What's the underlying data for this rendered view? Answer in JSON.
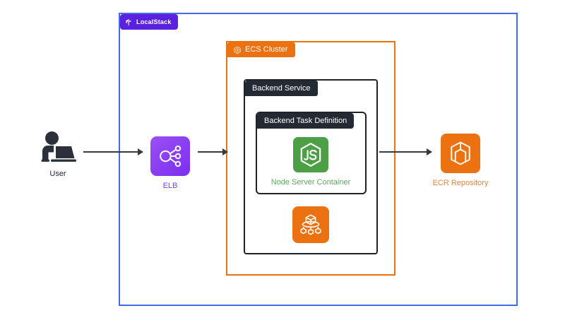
{
  "diagram": {
    "title": "LocalStack ECS architecture diagram",
    "background": "#ffffff"
  },
  "boundaries": [
    {
      "key": "localstack",
      "label": "LocalStack",
      "icon": "localstack-logo-icon",
      "border_color": "#4169e8",
      "tag_background": "#5b21e0",
      "tag_text_color": "#ffffff"
    },
    {
      "key": "ecs_cluster",
      "label": "ECS Cluster",
      "icon": "ecs-cluster-hexagon-icon",
      "border_color": "#ec7211",
      "tag_background": "#ec7211",
      "tag_text_color": "#ffffff"
    },
    {
      "key": "backend_service",
      "label": "Backend Service",
      "border_color": "#1f2329",
      "tag_background": "#232a33",
      "tag_text_color": "#ffffff"
    },
    {
      "key": "backend_task_definition",
      "label": "Backend Task Definition",
      "border_color": "#1f2329",
      "tag_background": "#232a33",
      "tag_text_color": "#ffffff"
    }
  ],
  "nodes": [
    {
      "key": "user",
      "label": "User",
      "icon": "user-with-laptop-icon",
      "label_color": "#1f2329",
      "icon_color": "#2b303a"
    },
    {
      "key": "elb",
      "label": "ELB",
      "icon": "elastic-load-balancer-icon",
      "label_color": "#7a3ff0",
      "tile_color": "#8a3ff0"
    },
    {
      "key": "node_server_container",
      "label": "Node Server Container",
      "icon": "nodejs-icon",
      "label_color": "#5aa85a",
      "tile_color": "#4c9f45"
    },
    {
      "key": "ecs_service_icon",
      "label": "",
      "icon": "aws-ecs-service-icon",
      "tile_color": "#ec7211"
    },
    {
      "key": "ecr_repository",
      "label": "ECR Repository",
      "icon": "aws-ecr-repository-icon",
      "label_color": "#e8833a",
      "tile_color": "#ec7211"
    }
  ],
  "connections": [
    {
      "key": "user_to_elb",
      "from": "user",
      "to": "elb",
      "color": "#343a40"
    },
    {
      "key": "elb_to_ecs_cluster",
      "from": "elb",
      "to": "ecs_cluster",
      "color": "#343a40"
    },
    {
      "key": "backend_service_to_ecr",
      "from": "backend_service",
      "to": "ecr_repository",
      "color": "#343a40"
    }
  ]
}
